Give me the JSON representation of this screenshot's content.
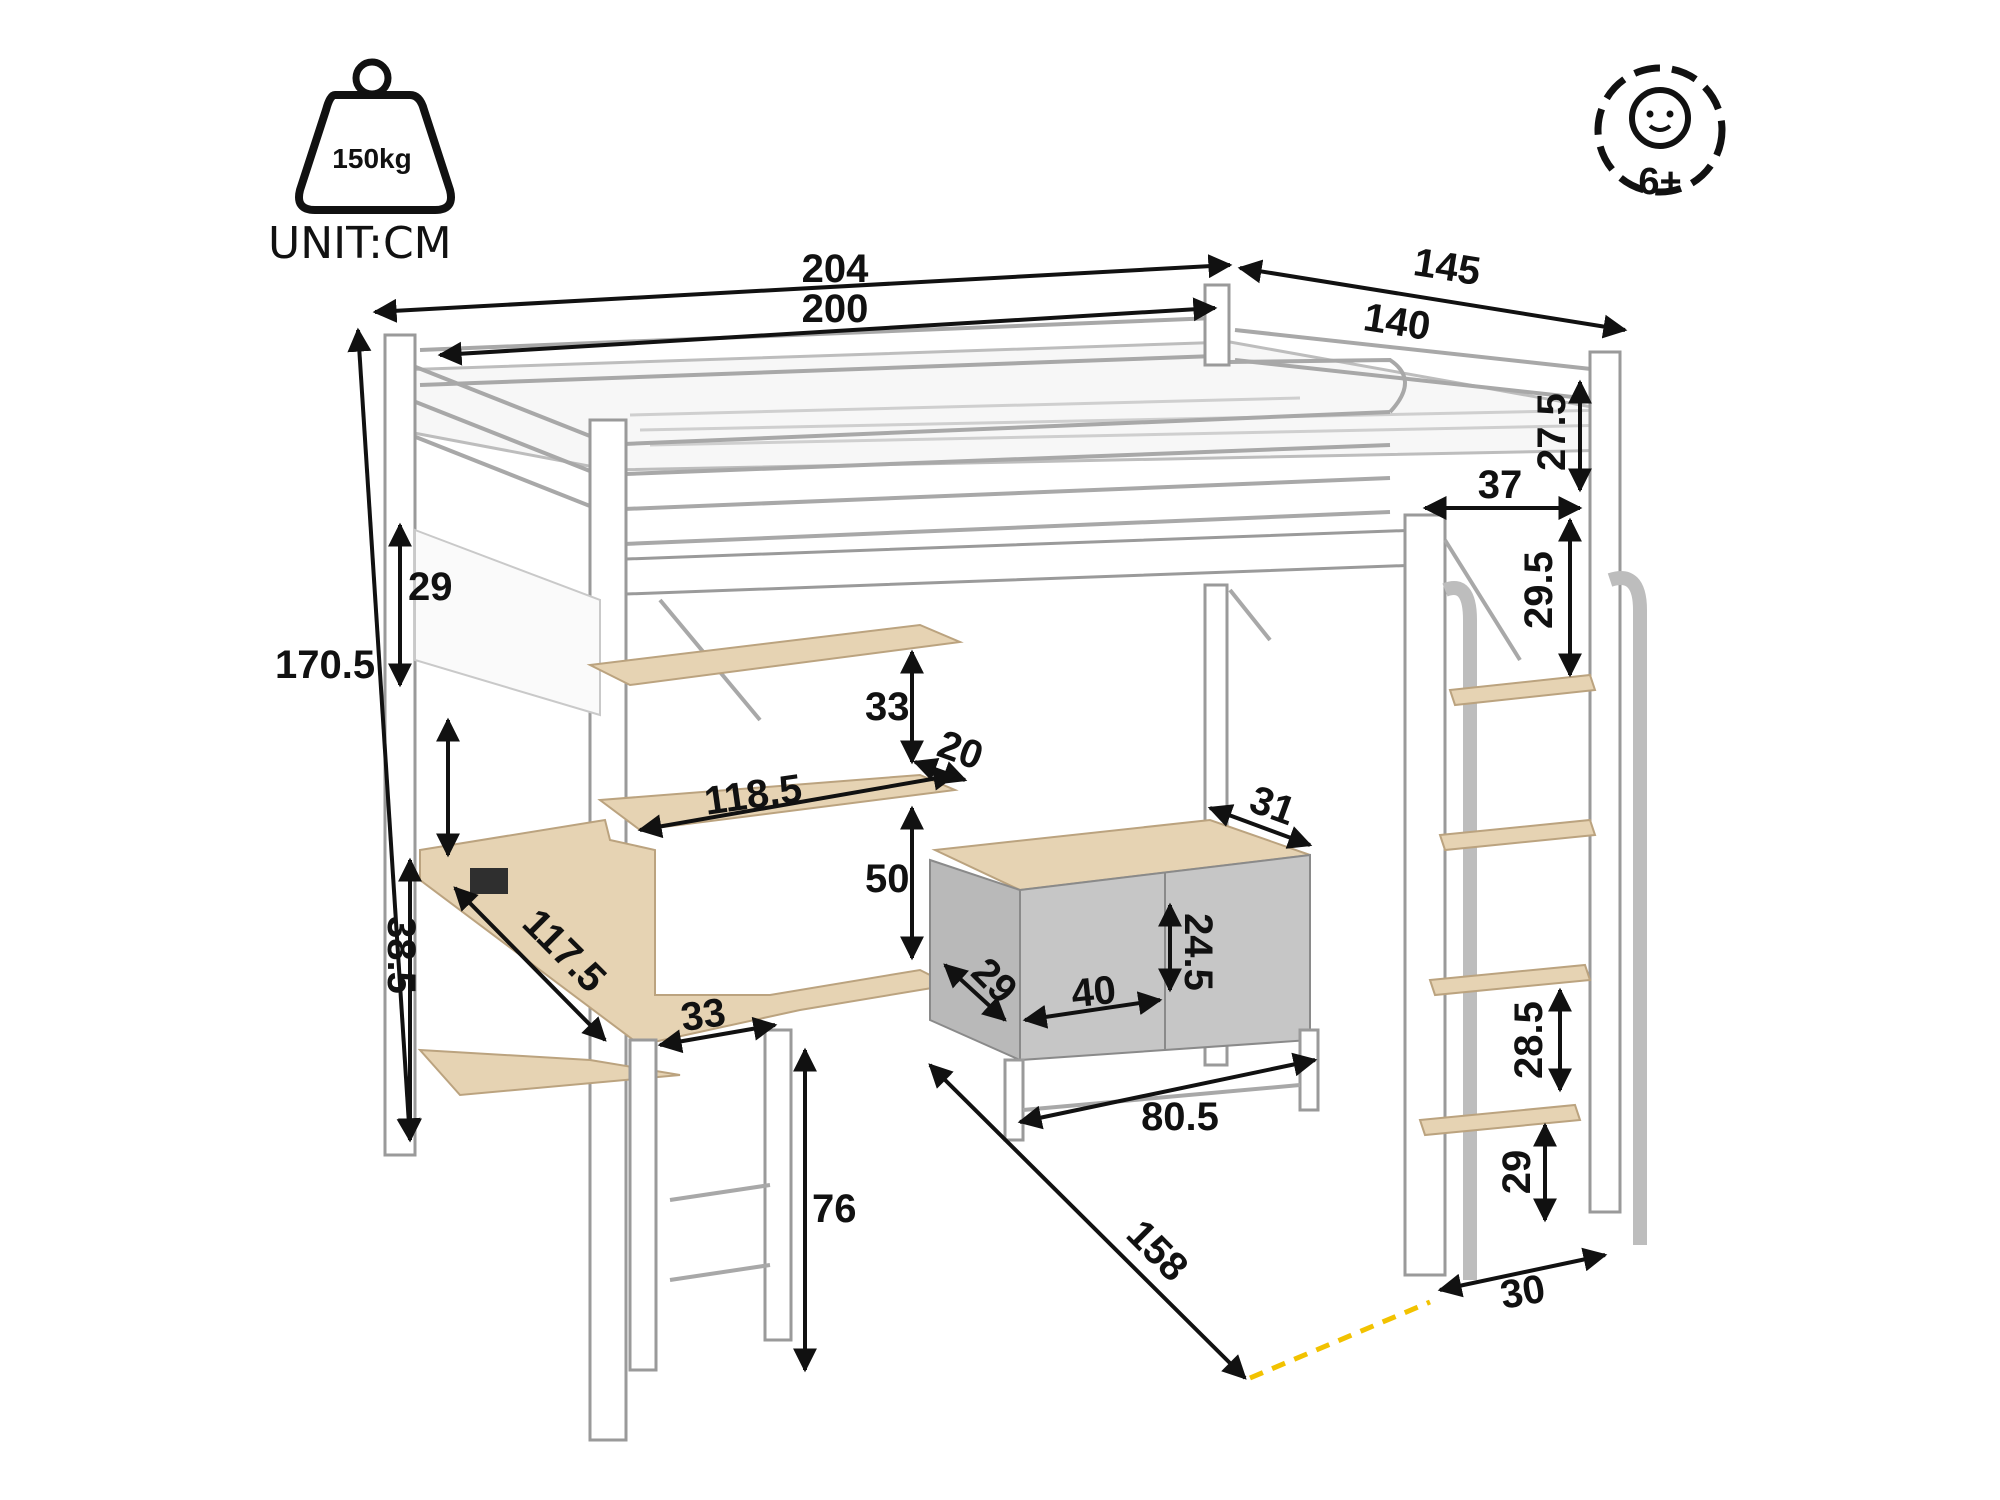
{
  "badges": {
    "weight": {
      "label": "150kg",
      "icon": "weight-icon"
    },
    "unit": {
      "label": "UNIT:CM"
    },
    "age": {
      "label": "6+",
      "icon": "child-face-icon"
    }
  },
  "dimensions": {
    "overall_length": "204",
    "mattress_length": "200",
    "overall_width": "145",
    "mattress_width": "140",
    "guardrail_height": "27.5",
    "ladder_width": "37",
    "ladder_step_top": "29.5",
    "overall_height": "170.5",
    "headboard_gap": "29",
    "shelf_height": "33",
    "shelf_depth": "20",
    "shelf_length": "118.5",
    "desk_gap": "50",
    "desk_length": "117.5",
    "desk_side_depth": "33",
    "lower_shelf_height": "38.5",
    "desk_height": "76",
    "drawer_depth": "31",
    "drawer_height": "24.5",
    "drawer_side": "29",
    "drawer_width": "40",
    "cabinet_width": "80.5",
    "floor_diagonal": "158",
    "ladder_step_mid": "28.5",
    "ladder_step_bottom": "29",
    "ladder_depth": "30"
  },
  "colors": {
    "frame": "#ffffff",
    "wood": "#e6d3b3",
    "drawer": "#b9b9b9",
    "guide": "#f2c200"
  }
}
